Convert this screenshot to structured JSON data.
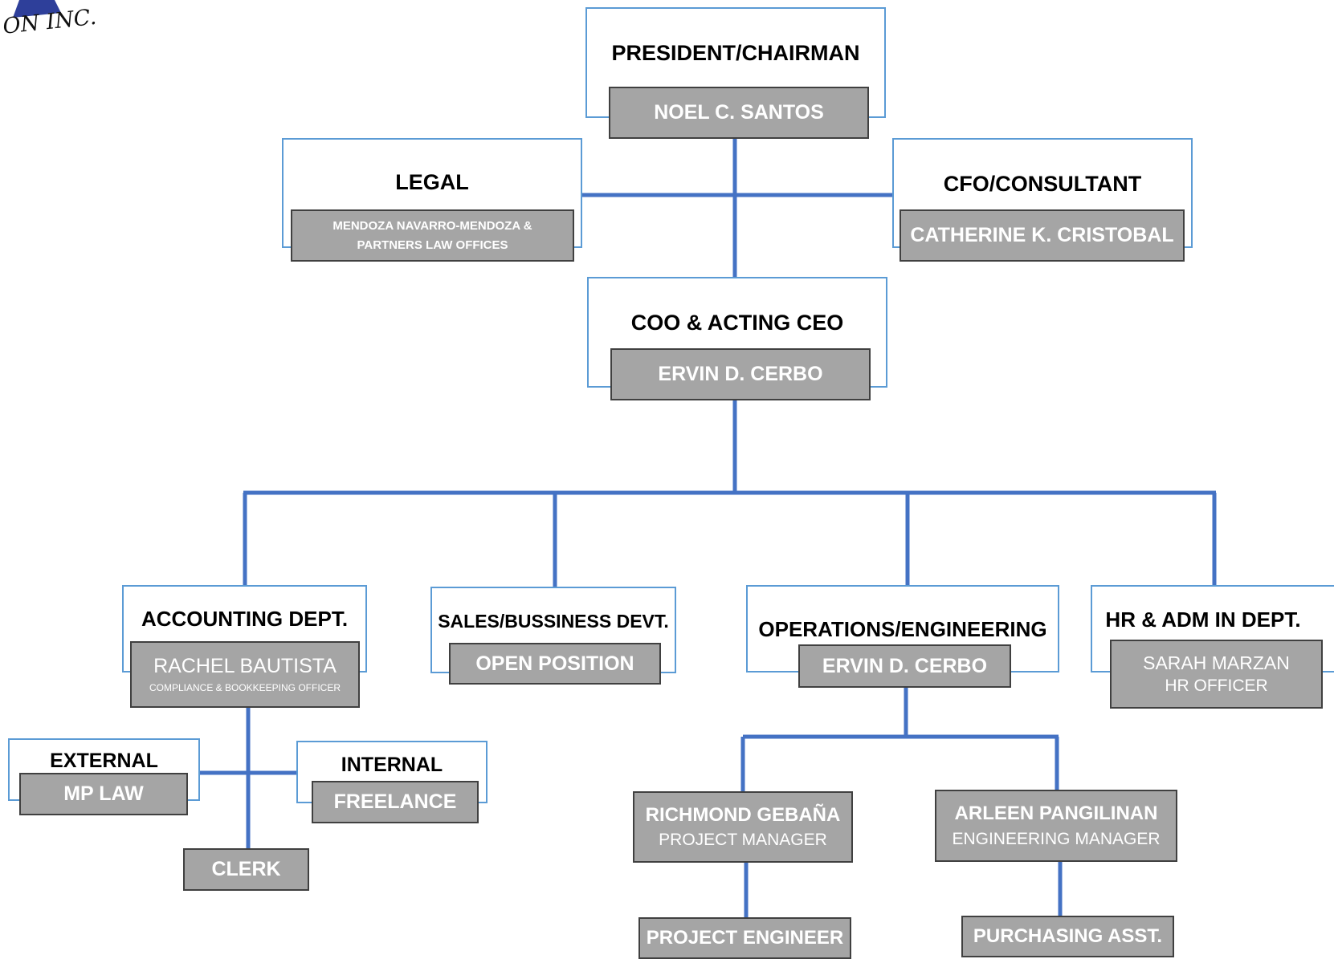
{
  "logo": {
    "text": "ON INC.",
    "mark_color": "#2e3f9a"
  },
  "colors": {
    "connector": "#4472c4",
    "frame_border": "#5b9bd5",
    "box_fill": "#a5a5a5",
    "box_border": "#404040"
  },
  "nodes": {
    "president": {
      "title": "PRESIDENT/CHAIRMAN",
      "name": "NOEL C. SANTOS"
    },
    "legal": {
      "title": "LEGAL",
      "name_line1": "MENDOZA NAVARRO-MENDOZA &",
      "name_line2": "PARTNERS LAW OFFICES"
    },
    "cfo": {
      "title": "CFO/CONSULTANT",
      "name": "CATHERINE K. CRISTOBAL"
    },
    "coo": {
      "title": "COO & ACTING CEO",
      "name": "ERVIN D. CERBO"
    },
    "accounting": {
      "title": "ACCOUNTING DEPT.",
      "name": "RACHEL BAUTISTA",
      "role": "COMPLIANCE & BOOKKEEPING OFFICER"
    },
    "sales": {
      "title": "SALES/BUSSINESS DEVT.",
      "name": "OPEN POSITION"
    },
    "operations": {
      "title": "OPERATIONS/ENGINEERING",
      "name": "ERVIN D. CERBO"
    },
    "hr": {
      "title": "HR & ADM IN DEPT.",
      "name": "SARAH MARZAN",
      "role": "HR OFFICER"
    },
    "external": {
      "title": "EXTERNAL",
      "name": "MP LAW"
    },
    "internal": {
      "title": "INTERNAL",
      "name": "FREELANCE"
    },
    "clerk": {
      "name": "CLERK"
    },
    "project_manager": {
      "name": "RICHMOND GEBAÑA",
      "role": "PROJECT MANAGER"
    },
    "engineering_manager": {
      "name": "ARLEEN PANGILINAN",
      "role": "ENGINEERING MANAGER"
    },
    "project_engineer": {
      "name": "PROJECT ENGINEER"
    },
    "purchasing": {
      "name": "PURCHASING ASST."
    }
  }
}
